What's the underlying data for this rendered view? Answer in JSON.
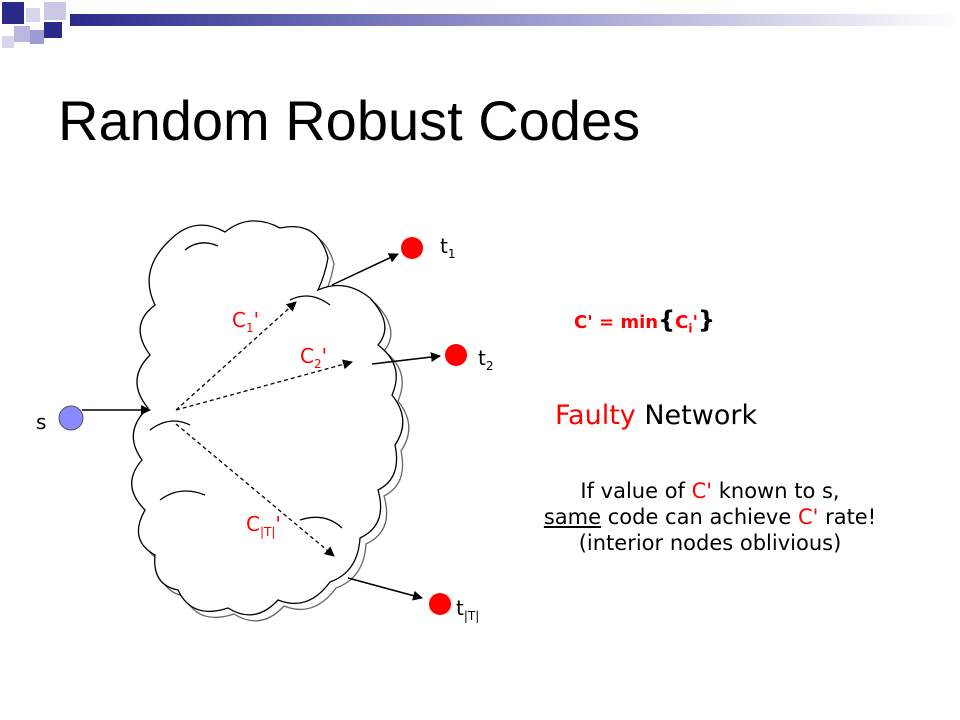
{
  "title": "Random Robust Codes",
  "colors": {
    "accent": "#ff0000",
    "sink": "#ff0000",
    "source": "#8a8aff",
    "title_bar": "#2a2a8a"
  },
  "nodes": {
    "source": "s",
    "sink_1": {
      "base": "t",
      "sub": "1"
    },
    "sink_2": {
      "base": "t",
      "sub": "2"
    },
    "sink_T": {
      "base": "t",
      "sub": "|T|"
    }
  },
  "cuts": {
    "c1": {
      "base": "C",
      "sub": "1",
      "prime": "'"
    },
    "c2": {
      "base": "C",
      "sub": "2",
      "prime": "'"
    },
    "cT": {
      "base": "C",
      "sub": "|T|",
      "prime": "'"
    }
  },
  "formula": {
    "lhs": "C' = min",
    "open": "{",
    "inner_base": "C",
    "inner_sub": "i",
    "inner_prime": "'",
    "close": "}"
  },
  "faulty": {
    "word1": "Faulty",
    "word2": " Network"
  },
  "note": {
    "line1_a": "If value of ",
    "line1_b": "C'",
    "line1_c": " known to s,",
    "line2_a": "same",
    "line2_b": " code can achieve ",
    "line2_c": "C'",
    "line2_d": " rate!",
    "line3": "(interior nodes oblivious)"
  }
}
